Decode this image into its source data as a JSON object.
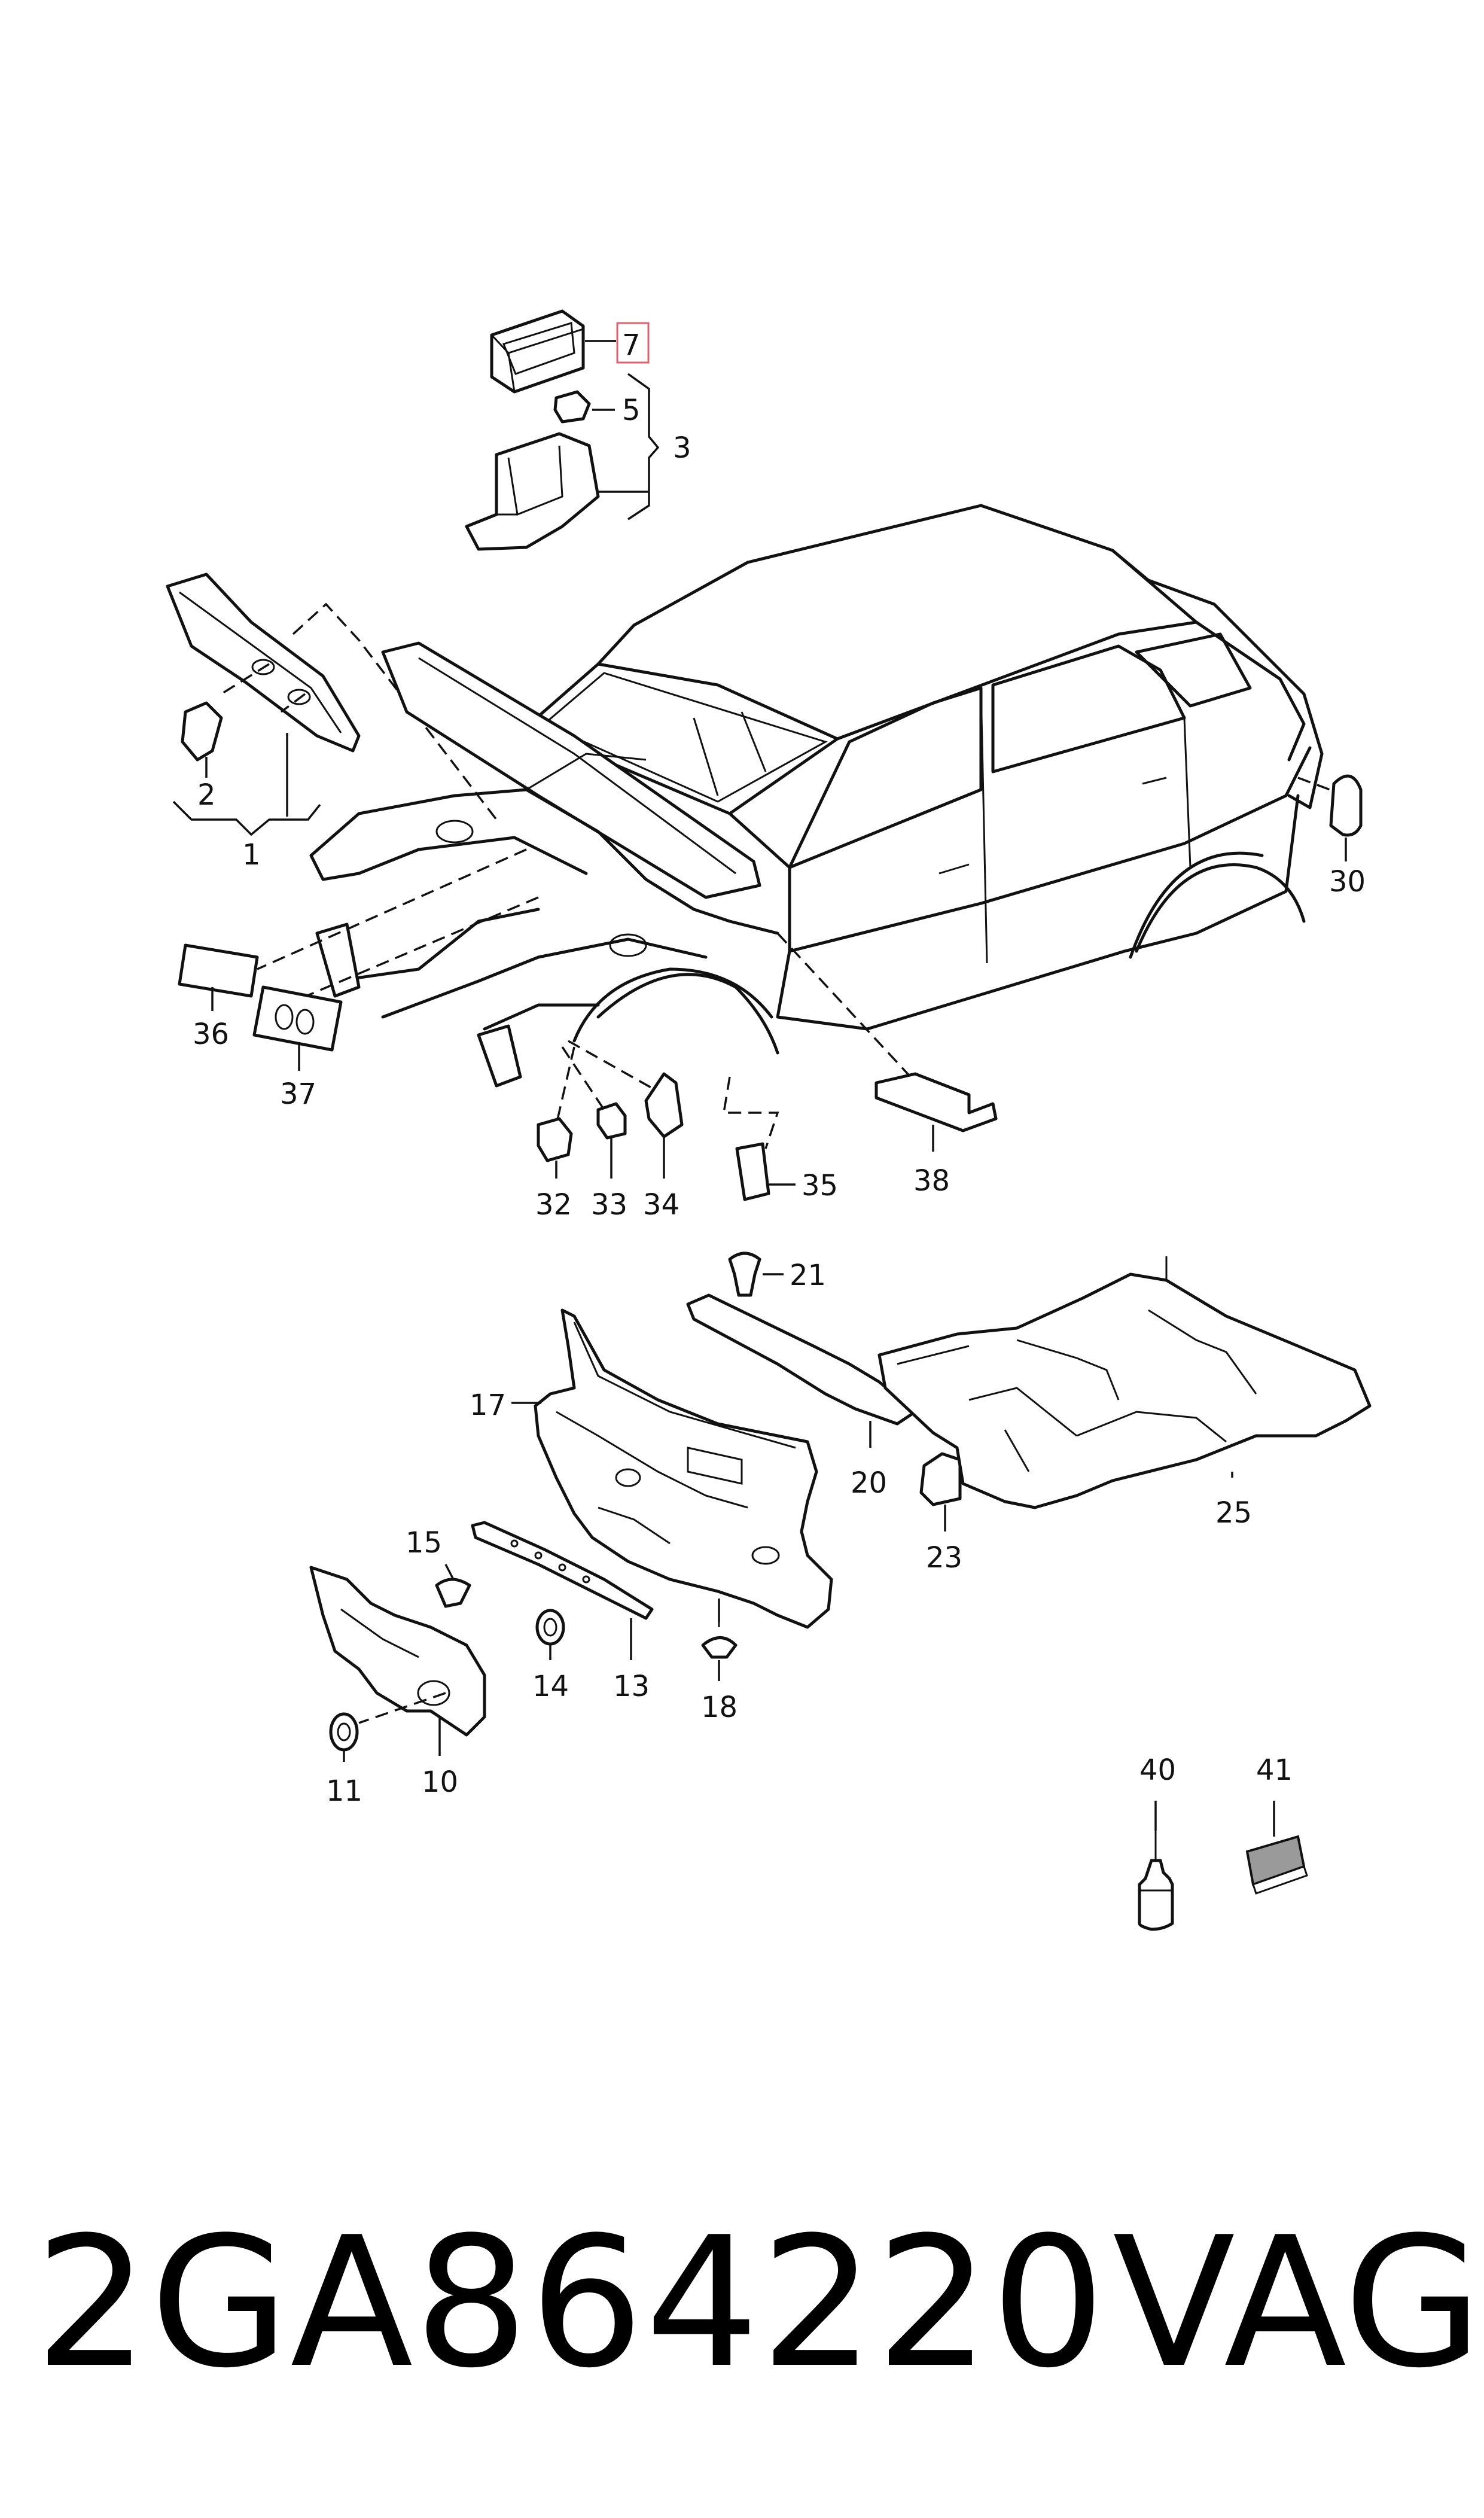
{
  "diagram": {
    "highlight_color": "#e06070",
    "callouts": {
      "c1": "1",
      "c2": "2",
      "c3": "3",
      "c5": "5",
      "c7": "7",
      "c10": "10",
      "c11": "11",
      "c13": "13",
      "c14": "14",
      "c15": "15",
      "c17": "17",
      "c18": "18",
      "c20": "20",
      "c21": "21",
      "c23": "23",
      "c25": "25",
      "c30": "30",
      "c32": "32",
      "c33": "33",
      "c34": "34",
      "c35": "35",
      "c36": "36",
      "c37": "37",
      "c38": "38",
      "c40": "40",
      "c41": "41"
    },
    "highlighted_callout": "7"
  },
  "footer": {
    "part_number": "2GA864220",
    "brand": "VAG"
  }
}
